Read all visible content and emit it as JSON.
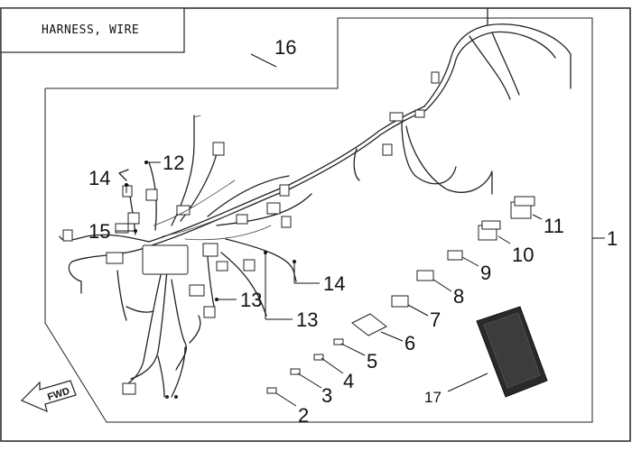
{
  "title": "HARNESS, WIRE",
  "forward_label": "FWD",
  "callouts": [
    "1",
    "2",
    "3",
    "4",
    "5",
    "6",
    "7",
    "8",
    "9",
    "10",
    "11",
    "12",
    "13",
    "13",
    "14",
    "14",
    "15",
    "16",
    "17"
  ]
}
